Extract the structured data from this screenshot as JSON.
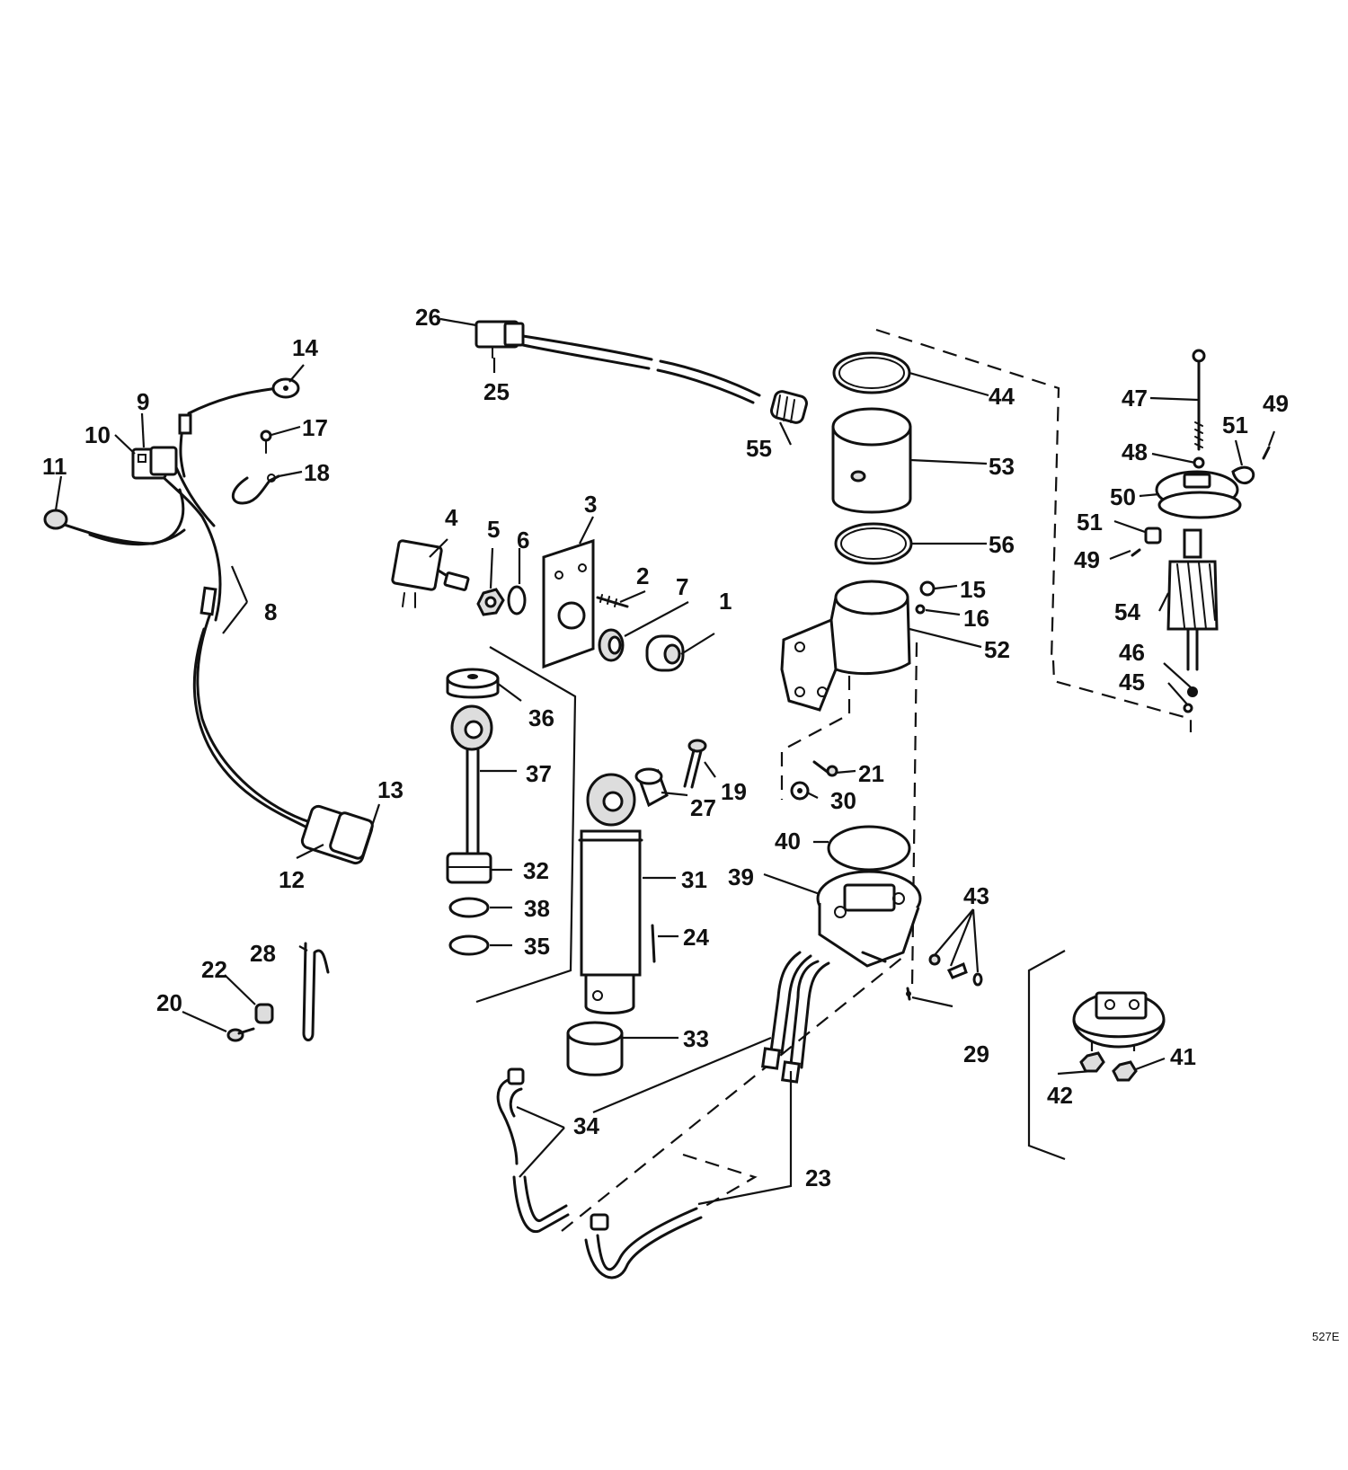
{
  "image_code": "527E",
  "callouts": [
    "1",
    "2",
    "3",
    "4",
    "5",
    "6",
    "7",
    "8",
    "9",
    "10",
    "11",
    "12",
    "13",
    "14",
    "15",
    "16",
    "17",
    "18",
    "19",
    "20",
    "21",
    "22",
    "23",
    "24",
    "25",
    "26",
    "27",
    "28",
    "29",
    "30",
    "31",
    "32",
    "33",
    "34",
    "35",
    "36",
    "37",
    "38",
    "39",
    "40",
    "41",
    "42",
    "43",
    "44",
    "45",
    "46",
    "47",
    "48",
    "49",
    "50",
    "51",
    "52",
    "53",
    "54",
    "55",
    "56"
  ]
}
